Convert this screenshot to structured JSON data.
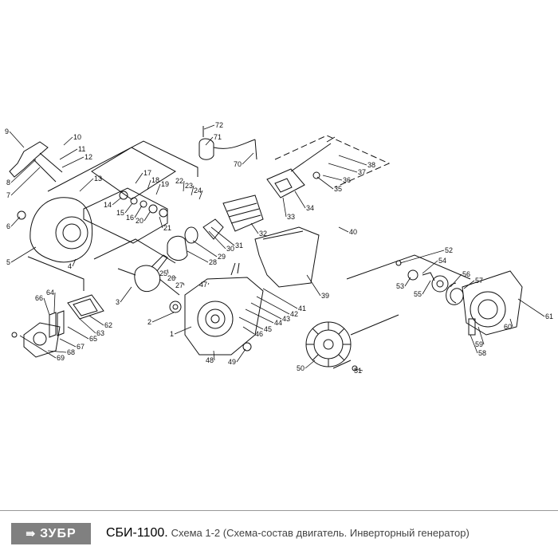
{
  "diagram": {
    "part_labels": [
      "1",
      "2",
      "3",
      "4",
      "5",
      "6",
      "7",
      "8",
      "9",
      "10",
      "11",
      "12",
      "13",
      "14",
      "15",
      "16",
      "17",
      "18",
      "19",
      "20",
      "21",
      "22",
      "23",
      "24",
      "25",
      "26",
      "27",
      "28",
      "29",
      "30",
      "31",
      "32",
      "33",
      "34",
      "35",
      "36",
      "37",
      "38",
      "39",
      "40",
      "41",
      "42",
      "43",
      "44",
      "45",
      "46",
      "47",
      "48",
      "49",
      "50",
      "51",
      "52",
      "53",
      "54",
      "55",
      "56",
      "57",
      "58",
      "59",
      "60",
      "61",
      "62",
      "63",
      "64",
      "65",
      "66",
      "67",
      "68",
      "69",
      "70",
      "71",
      "72"
    ]
  },
  "footer": {
    "logo_text": "ЗУБР",
    "model": "СБИ-1100.",
    "description": "Схема 1-2 (Схема-состав двигатель. Инверторный генератор)"
  }
}
